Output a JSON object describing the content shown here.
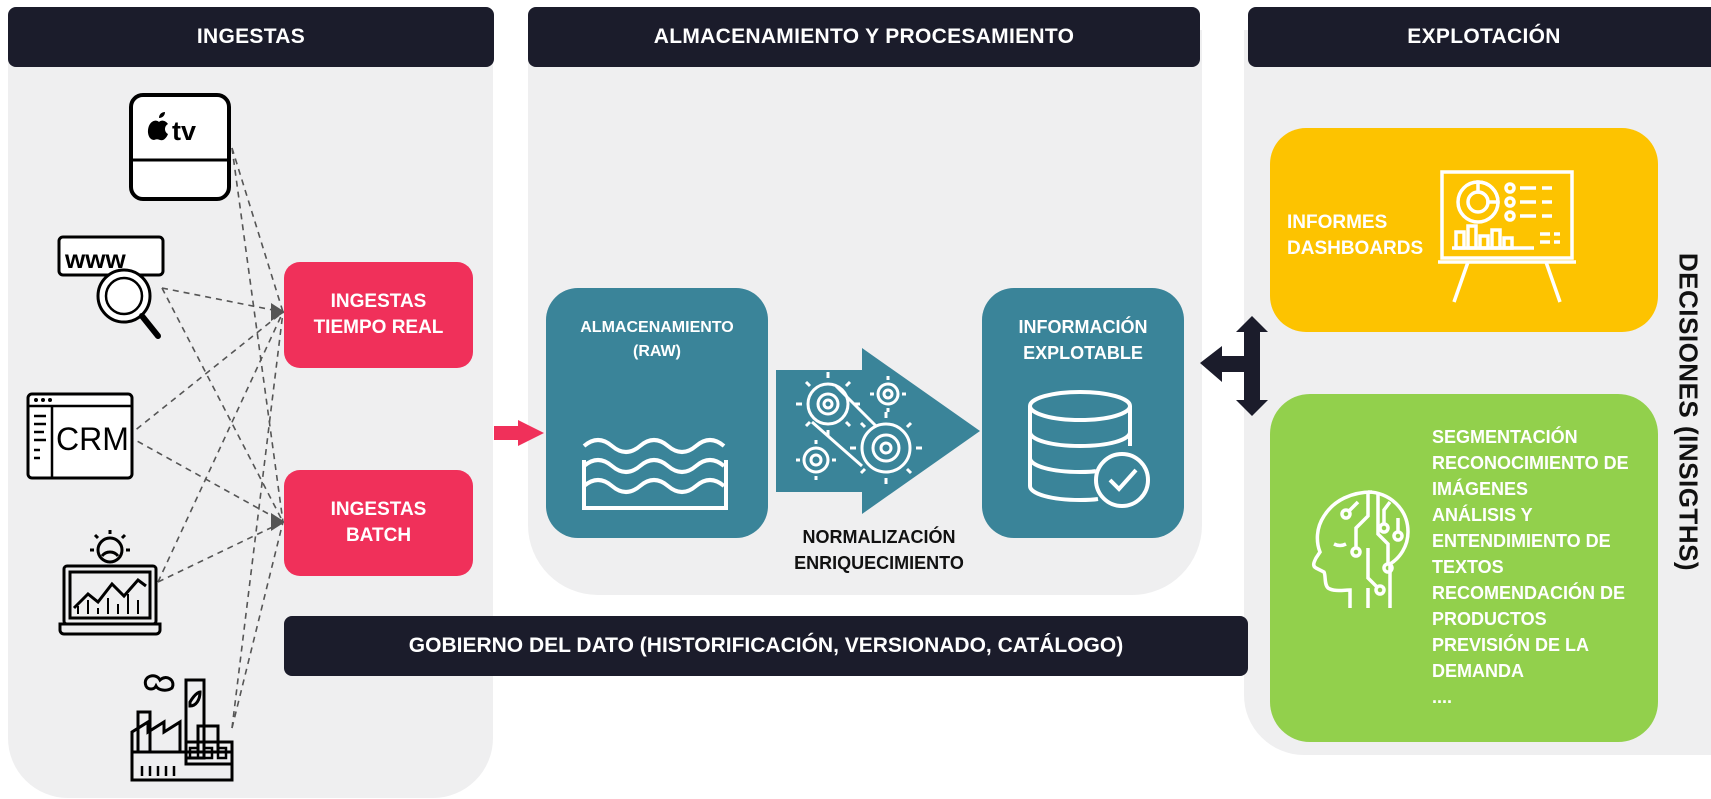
{
  "columns": {
    "ingestas": "INGESTAS",
    "almacenamiento": "ALMACENAMIENTO Y PROCESAMIENTO",
    "explotacion": "EXPLOTACIÓN"
  },
  "sources": {
    "appletv_text": "tv",
    "www_text": "www",
    "crm_text": "CRM"
  },
  "ingest_boxes": {
    "realtime": "INGESTAS\nTIEMPO REAL",
    "batch": "INGESTAS\nBATCH"
  },
  "storage": {
    "raw": "ALMACENAMIENTO\n(RAW)",
    "process_label": "NORMALIZACIÓN\nENRIQUECIMIENTO",
    "exploitable": "INFORMACIÓN\nEXPLOTABLE"
  },
  "governance": "GOBIERNO DEL DATO (HISTORIFICACIÓN, VERSIONADO, CATÁLOGO)",
  "exploitation": {
    "reports": "INFORMES\nDASHBOARDS",
    "ai_uses": "SEGMENTACIÓN\nRECONOCIMIENTO DE\nIMÁGENES\nANÁLISIS Y\nENTENDIMIENTO DE\nTEXTOS\nRECOMENDACIÓN DE\nPRODUCTOS\nPREVISIÓN DE LA\nDEMANDA\n...."
  },
  "decisions": "DECISIONES (INSIGTHS)",
  "colors": {
    "dark": "#1b1c2b",
    "panel": "#efeff0",
    "red": "#f0305a",
    "teal": "#3a8499",
    "yellow": "#fdc300",
    "green": "#92d04c"
  }
}
